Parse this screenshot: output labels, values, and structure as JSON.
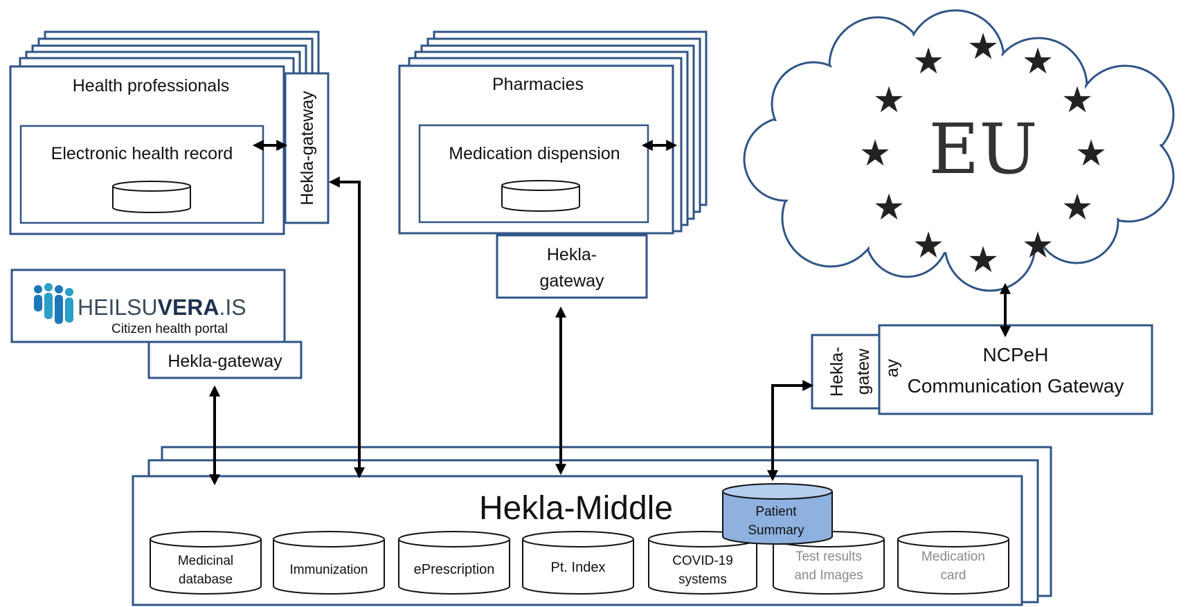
{
  "health_professionals": {
    "title": "Health professionals",
    "inner": "Electronic health record",
    "gateway": "Hekla-gateway"
  },
  "pharmacies": {
    "title": "Pharmacies",
    "inner": "Medication dispension",
    "gateway_line1": "Hekla-",
    "gateway_line2": "gateway"
  },
  "heilsuvera": {
    "logo_text_light": "HEILSU",
    "logo_text_bold": "VERA",
    "logo_text_suffix": ".IS",
    "subtitle": "Citizen health portal",
    "gateway": "Hekla-gateway"
  },
  "eu": {
    "label": "EU"
  },
  "ncpeh": {
    "line1": "NCPeH",
    "line2": "Communication Gateway",
    "gateway_line1": "Hekla-",
    "gateway_line2": "gatew",
    "gateway_line3": "ay"
  },
  "hekla_middle": {
    "title": "Hekla-Middle",
    "patient_summary_line1": "Patient",
    "patient_summary_line2": "Summary",
    "databases": [
      {
        "line1": "Medicinal",
        "line2": "database"
      },
      {
        "line1": "Immunization",
        "line2": ""
      },
      {
        "line1": "ePrescription",
        "line2": ""
      },
      {
        "line1": "Pt. Index",
        "line2": ""
      },
      {
        "line1": "COVID-19",
        "line2": "systems"
      },
      {
        "line1": "Test results",
        "line2": "and Images"
      },
      {
        "line1": "Medication",
        "line2": "card"
      }
    ]
  },
  "colors": {
    "box_stroke": "#2f5486",
    "patient_summary_fill": "#8fb1e0",
    "logo_blue": "#1e77b8",
    "logo_teal": "#2a9fc7",
    "muted_text": "#8a8a8a"
  }
}
